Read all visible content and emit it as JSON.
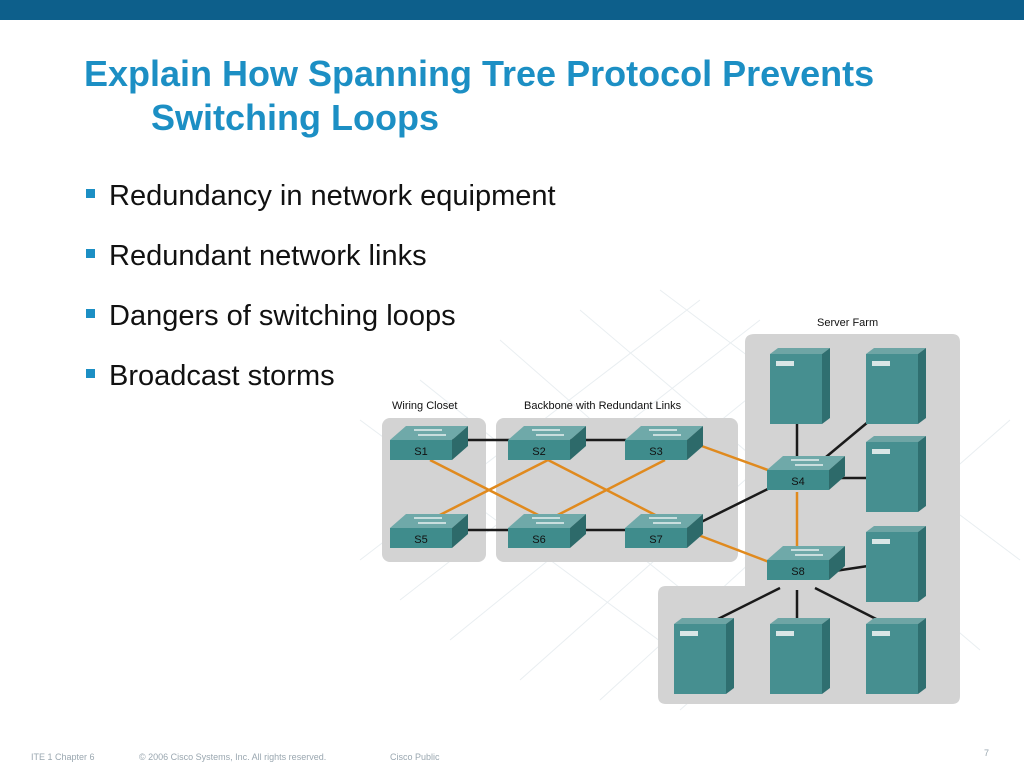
{
  "slide": {
    "title_line1": "Explain How Spanning Tree Protocol Prevents",
    "title_line2": "Switching Loops",
    "bullets": [
      "Redundancy in network equipment",
      "Redundant network links",
      "Dangers of switching loops",
      "Broadcast storms"
    ]
  },
  "diagram": {
    "labels": {
      "wiring_closet": "Wiring Closet",
      "backbone": "Backbone with Redundant Links",
      "server_farm": "Server Farm"
    },
    "switches": [
      "S1",
      "S2",
      "S3",
      "S4",
      "S5",
      "S6",
      "S7",
      "S8"
    ],
    "colors": {
      "switch": "#3f8c8c",
      "link_black": "#1a1a1a",
      "link_orange": "#e08a1e",
      "zone": "#d3d3d3"
    }
  },
  "footer": {
    "course": "ITE 1 Chapter 6",
    "copyright": "© 2006 Cisco Systems, Inc. All rights reserved.",
    "classification": "Cisco Public",
    "page": "7"
  },
  "theme": {
    "accent": "#1c8fc4",
    "bar": "#0d5f8b"
  }
}
